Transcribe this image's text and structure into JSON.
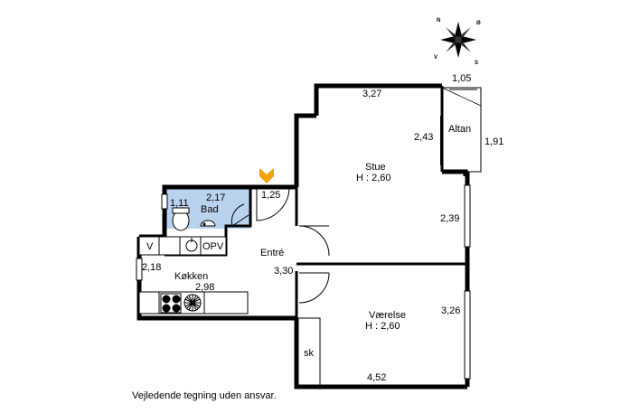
{
  "compass": {
    "n": "N",
    "o": "Ø",
    "s": "S",
    "v": "V"
  },
  "rooms": {
    "stue": {
      "name": "Stue",
      "height": "H : 2,60"
    },
    "vaerelse": {
      "name": "Værelse",
      "height": "H : 2,60"
    },
    "kokken": {
      "name": "Køkken"
    },
    "bad": {
      "name": "Bad"
    },
    "entre": {
      "name": "Entré"
    },
    "altan": {
      "name": "Altan"
    }
  },
  "fixtures": {
    "v": "V",
    "opv": "OPV",
    "sk": "sk"
  },
  "dimensions": {
    "stue_top": "3,27",
    "altan_top": "1,05",
    "altan_left": "2,43",
    "altan_right": "1,91",
    "stue_right": "2,39",
    "bad_left": "1,11",
    "bad_top": "2,17",
    "entre_top": "1,25",
    "kokken_left": "2,18",
    "kokken_bottom": "2,98",
    "entre_bottom": "3,30",
    "vaerelse_right": "3,26",
    "vaerelse_bottom": "4,52"
  },
  "colors": {
    "bathroom": "#b9d3ee",
    "entrance_marker": "#f0a20a",
    "wall": "#000000"
  },
  "disclaimer": "Vejledende tegning uden ansvar."
}
